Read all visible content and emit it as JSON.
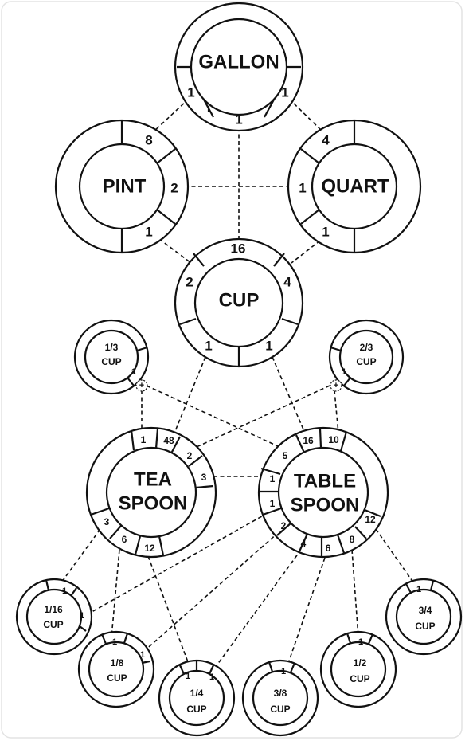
{
  "gallon": {
    "name": "GALLON",
    "left": "1",
    "right": "1",
    "bottom": "1"
  },
  "pint": {
    "name": "PINT",
    "top": "8",
    "right": "2",
    "bottom": "1"
  },
  "quart": {
    "name": "QUART",
    "top": "4",
    "left": "1",
    "bottom": "1"
  },
  "cup": {
    "name": "CUP",
    "top": "16",
    "left": "2",
    "right": "4",
    "bottom_left": "1",
    "bottom_right": "1"
  },
  "third_cup": {
    "line1": "1/3",
    "line2": "CUP",
    "seg": "1",
    "mark": "+"
  },
  "two_third_cup": {
    "line1": "2/3",
    "line2": "CUP",
    "seg": "1",
    "mark": "+"
  },
  "teaspoon": {
    "line1": "TEA",
    "line2": "SPOON",
    "s1": "1",
    "s48": "48",
    "s2": "2",
    "s3": "3",
    "s3b": "3",
    "s6": "6",
    "s12": "12"
  },
  "tablespoon": {
    "line1": "TABLE",
    "line2": "SPOON",
    "s5": "5",
    "s16": "16",
    "s10": "10",
    "s1a": "1",
    "s1b": "1",
    "s2": "2",
    "s4": "4",
    "s6": "6",
    "s8": "8",
    "s12": "12"
  },
  "sixteenth_cup": {
    "line1": "1/16",
    "line2": "CUP",
    "top": "1",
    "right": "1"
  },
  "eighth_cup": {
    "line1": "1/8",
    "line2": "CUP",
    "top": "1",
    "right": "1"
  },
  "quarter_cup": {
    "line1": "1/4",
    "line2": "CUP",
    "left": "1",
    "right": "1"
  },
  "three_eighth_cup": {
    "line1": "3/8",
    "line2": "CUP",
    "top": "1"
  },
  "half_cup": {
    "line1": "1/2",
    "line2": "CUP",
    "top": "1"
  },
  "three_quarter_cup": {
    "line1": "3/4",
    "line2": "CUP",
    "top": "1"
  }
}
